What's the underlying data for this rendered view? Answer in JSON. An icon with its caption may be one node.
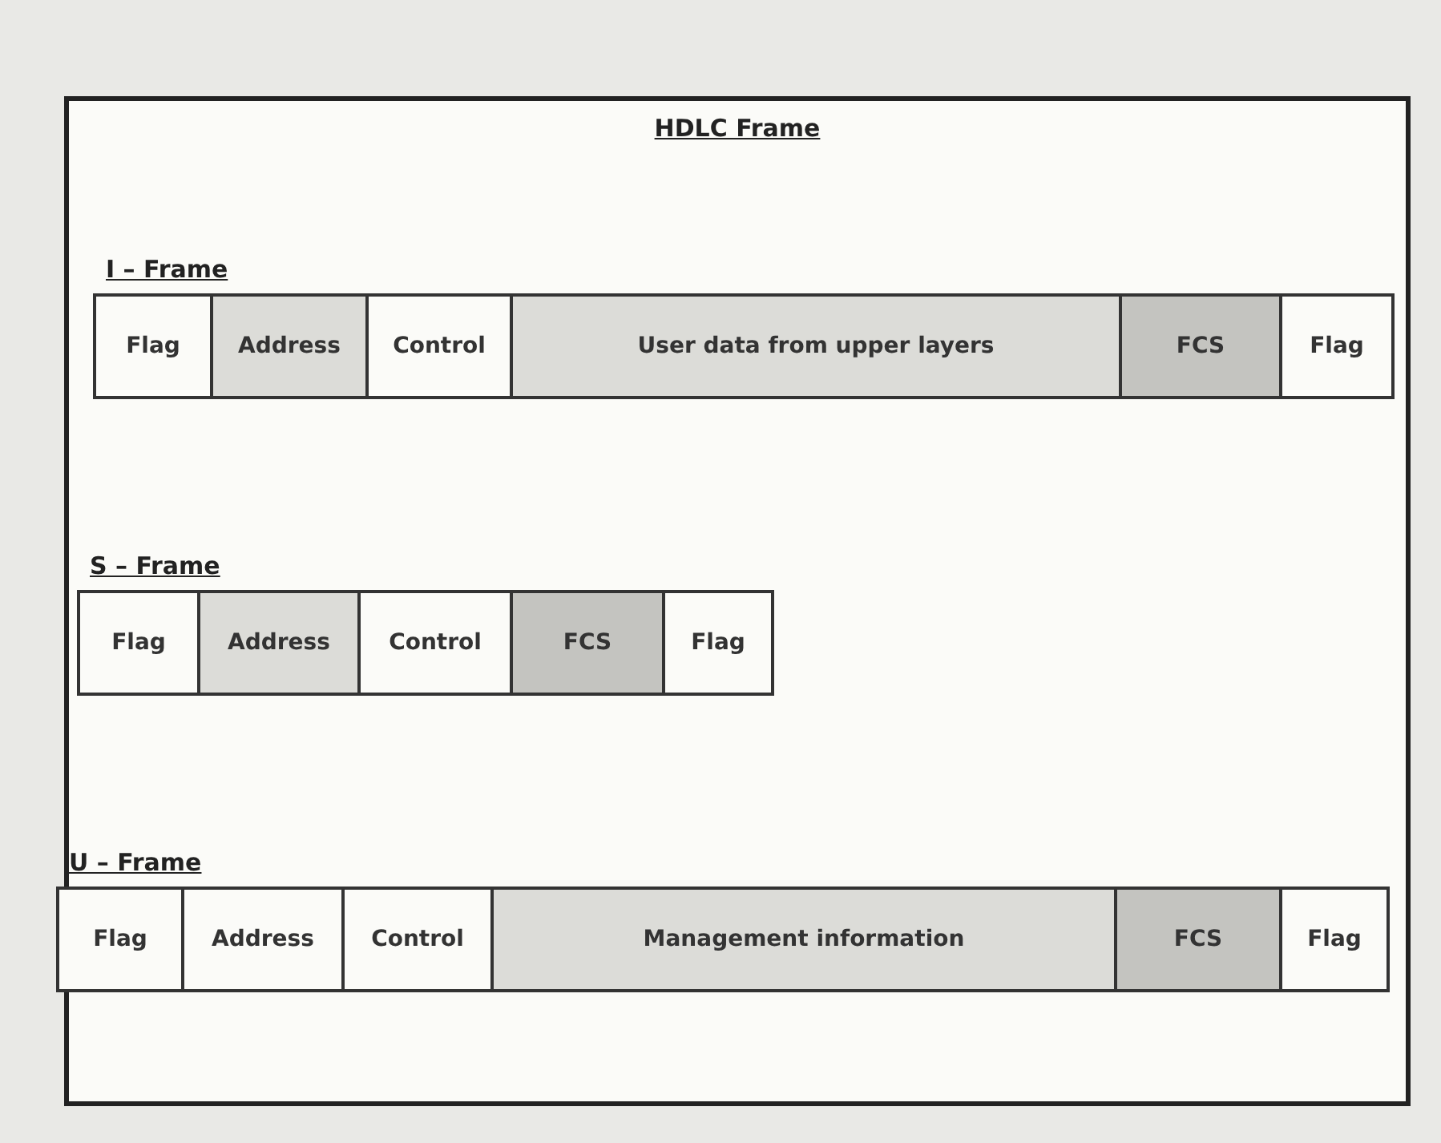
{
  "diagram": {
    "title": "HDLC Frame",
    "nodes": [
      {
        "text": [
          "I – Frame"
        ]
      },
      {
        "text": [
          "Flag"
        ],
        "in": 0
      },
      {
        "text": [
          "Address"
        ],
        "in": 0
      },
      {
        "text": [
          "Control"
        ],
        "in": 0
      },
      {
        "text": [
          "User data from upper layers"
        ],
        "in": 0
      },
      {
        "text": [
          "FCS"
        ],
        "in": 0
      },
      {
        "text": [
          "Flag"
        ],
        "in": 0
      },
      {
        "text": [
          "S – Frame"
        ]
      },
      {
        "text": [
          "Flag"
        ],
        "in": 7
      },
      {
        "text": [
          "Address"
        ],
        "in": 7
      },
      {
        "text": [
          "Control"
        ],
        "in": 7
      },
      {
        "text": [
          "FCS"
        ],
        "in": 7
      },
      {
        "text": [
          "Flag"
        ],
        "in": 7
      },
      {
        "text": [
          "U – Frame"
        ]
      },
      {
        "text": [
          "Flag"
        ],
        "in": 13
      },
      {
        "text": [
          "Address"
        ],
        "in": 13
      },
      {
        "text": [
          "Control"
        ],
        "in": 13
      },
      {
        "text": [
          "Management information"
        ],
        "in": 13
      },
      {
        "text": [
          "FCS"
        ],
        "in": 13
      },
      {
        "text": [
          "Flag"
        ],
        "in": 13
      }
    ],
    "edges": []
  }
}
